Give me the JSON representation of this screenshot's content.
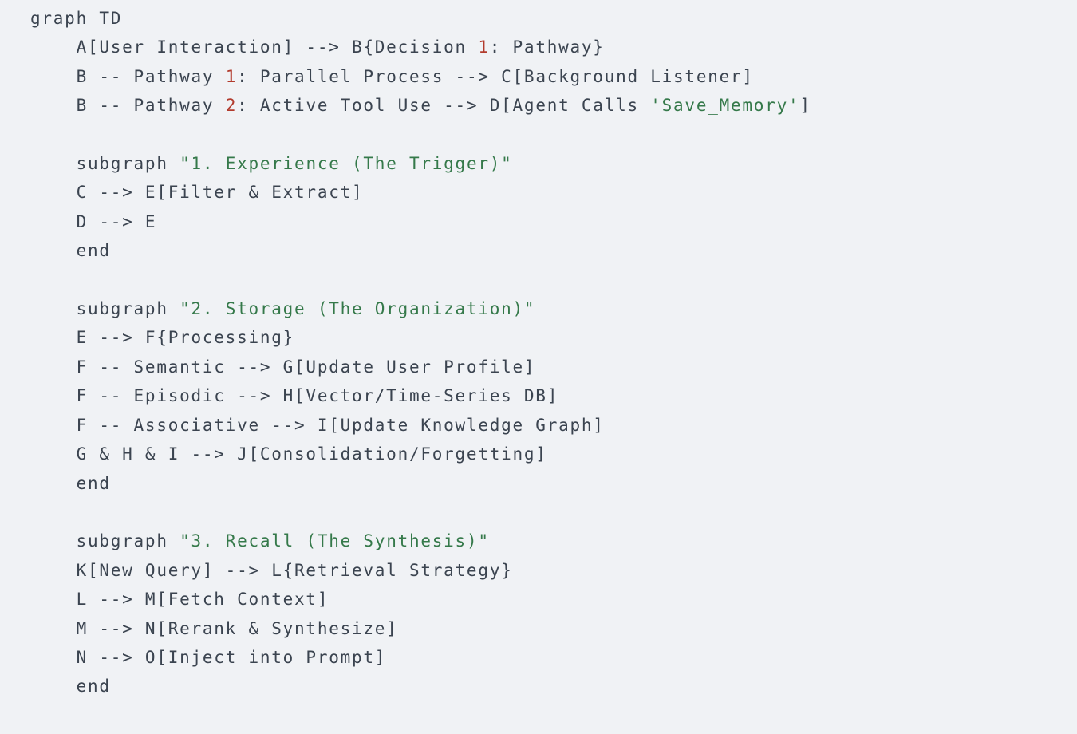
{
  "page": {
    "background": "#f0f2f5",
    "kind": "code-block",
    "language": "mermaid"
  },
  "colors": {
    "text": "#3b4450",
    "number": "#b23b2d",
    "string": "#35794a"
  },
  "code": {
    "lines": [
      [
        {
          "type": "plain",
          "text": "graph TD"
        }
      ],
      [
        {
          "type": "plain",
          "text": "    A[User Interaction] --> B{Decision "
        },
        {
          "type": "number",
          "text": "1"
        },
        {
          "type": "plain",
          "text": ": Pathway}"
        }
      ],
      [
        {
          "type": "plain",
          "text": "    B -- Pathway "
        },
        {
          "type": "number",
          "text": "1"
        },
        {
          "type": "plain",
          "text": ": Parallel Process --> C[Background Listener]"
        }
      ],
      [
        {
          "type": "plain",
          "text": "    B -- Pathway "
        },
        {
          "type": "number",
          "text": "2"
        },
        {
          "type": "plain",
          "text": ": Active Tool Use --> D[Agent Calls "
        },
        {
          "type": "string",
          "text": "'Save_Memory'"
        },
        {
          "type": "plain",
          "text": "]"
        }
      ],
      [],
      [
        {
          "type": "plain",
          "text": "    subgraph "
        },
        {
          "type": "string",
          "text": "\"1. Experience (The Trigger)\""
        }
      ],
      [
        {
          "type": "plain",
          "text": "    C --> E[Filter & Extract]"
        }
      ],
      [
        {
          "type": "plain",
          "text": "    D --> E"
        }
      ],
      [
        {
          "type": "plain",
          "text": "    end"
        }
      ],
      [],
      [
        {
          "type": "plain",
          "text": "    subgraph "
        },
        {
          "type": "string",
          "text": "\"2. Storage (The Organization)\""
        }
      ],
      [
        {
          "type": "plain",
          "text": "    E --> F{Processing}"
        }
      ],
      [
        {
          "type": "plain",
          "text": "    F -- Semantic --> G[Update User Profile]"
        }
      ],
      [
        {
          "type": "plain",
          "text": "    F -- Episodic --> H[Vector/Time-Series DB]"
        }
      ],
      [
        {
          "type": "plain",
          "text": "    F -- Associative --> I[Update Knowledge Graph]"
        }
      ],
      [
        {
          "type": "plain",
          "text": "    G & H & I --> J[Consolidation/Forgetting]"
        }
      ],
      [
        {
          "type": "plain",
          "text": "    end"
        }
      ],
      [],
      [
        {
          "type": "plain",
          "text": "    subgraph "
        },
        {
          "type": "string",
          "text": "\"3. Recall (The Synthesis)\""
        }
      ],
      [
        {
          "type": "plain",
          "text": "    K[New Query] --> L{Retrieval Strategy}"
        }
      ],
      [
        {
          "type": "plain",
          "text": "    L --> M[Fetch Context]"
        }
      ],
      [
        {
          "type": "plain",
          "text": "    M --> N[Rerank & Synthesize]"
        }
      ],
      [
        {
          "type": "plain",
          "text": "    N --> O[Inject into Prompt]"
        }
      ],
      [
        {
          "type": "plain",
          "text": "    end"
        }
      ]
    ]
  }
}
